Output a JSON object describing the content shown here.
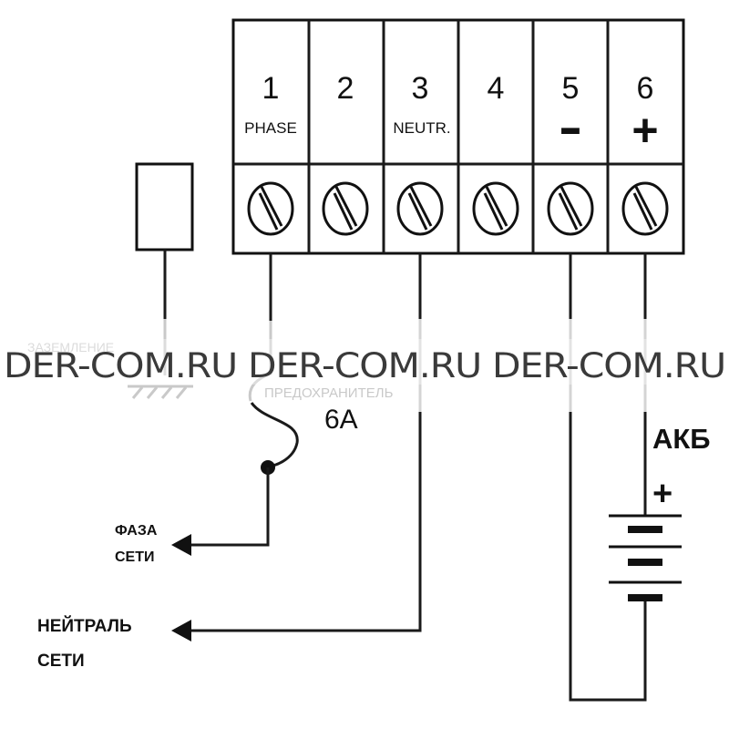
{
  "terminal_block": {
    "terminals": [
      {
        "number": "1",
        "label": "PHASE"
      },
      {
        "number": "2",
        "label": ""
      },
      {
        "number": "3",
        "label": "NEUTR."
      },
      {
        "number": "4",
        "label": ""
      },
      {
        "number": "5",
        "label": "-"
      },
      {
        "number": "6",
        "label": "+"
      }
    ]
  },
  "labels": {
    "ground": "ЗАЗЕМЛЕНИЕ",
    "fuse": "ПРЕДОХРАНИТЕЛЬ",
    "fuse_rating": "6A",
    "battery": "АКБ",
    "battery_plus": "+",
    "phase_line1": "ФАЗА",
    "phase_line2": "СЕТИ",
    "neutral_line1": "НЕЙТРАЛЬ",
    "neutral_line2": "СЕТИ"
  },
  "watermark": "DER-COM.RU DER-COM.RU DER-COM.RU",
  "colors": {
    "line": "#111111",
    "watermark": "#3a3a3a",
    "faint": "#c9c9c9"
  }
}
